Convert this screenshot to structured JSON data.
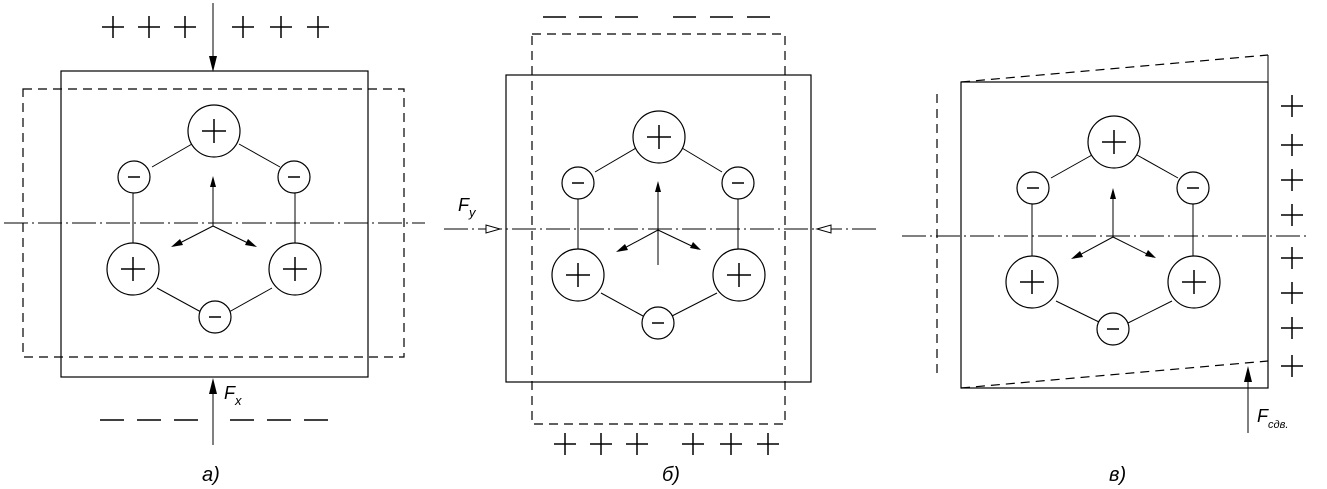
{
  "diagram": {
    "panels": [
      {
        "caption": "а)",
        "force_main": "F",
        "force_sub": "x"
      },
      {
        "caption": "б)",
        "force_main": "F",
        "force_sub": "y"
      },
      {
        "caption": "в)",
        "force_main": "F",
        "force_sub": "сдв."
      }
    ]
  }
}
